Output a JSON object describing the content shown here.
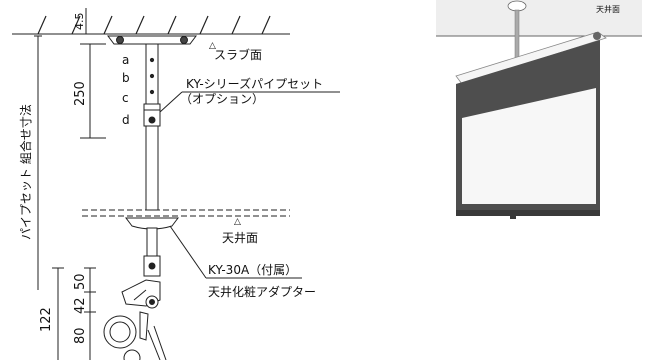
{
  "drawing": {
    "dims": {
      "top_gap": "4.5",
      "pipe_length": "250",
      "pipe_set_total": "パイプセット 組合せ寸法",
      "bottom_total": "122",
      "seg_upper": "50",
      "seg_mid": "42",
      "seg_lower": "80"
    },
    "hole_labels": [
      "a",
      "b",
      "c",
      "d"
    ],
    "labels": {
      "slab": "スラブ面",
      "pipe_set_line1": "KY-シリーズパイプセット",
      "pipe_set_line2": "（オプション）",
      "ceiling": "天井面",
      "adapter_line1": "KY-30A（付属）",
      "adapter_line2": "天井化粧アダプター"
    },
    "triangle_mark": "△"
  },
  "photo": {
    "ceiling_label": "天井面"
  }
}
